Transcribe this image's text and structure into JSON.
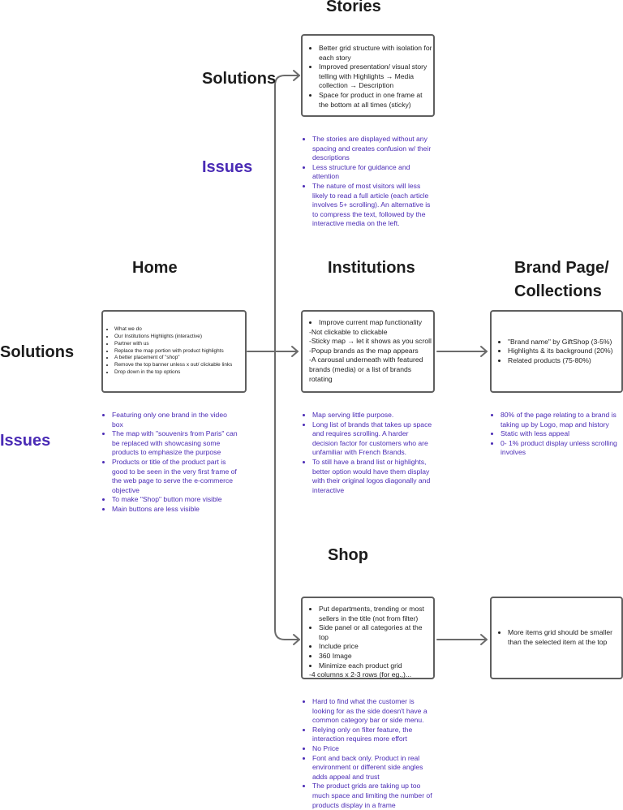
{
  "headings": {
    "stories": "Stories",
    "home": "Home",
    "institutions": "Institutions",
    "brand_page": [
      "Brand Page/",
      "Collections"
    ],
    "shop": "Shop"
  },
  "labels": {
    "solutions": "Solutions",
    "issues": "Issues"
  },
  "stories": {
    "solutions": [
      "Better grid structure with isolation for each story",
      "Improved presentation/ visual story telling with Highlights → Media collection → Description",
      "Space for product in one frame at the bottom at all times (sticky)"
    ],
    "issues": [
      "The stories are displayed without any spacing and creates confusion w/ their descriptions",
      "Less structure for guidance and attention",
      "The nature of most visitors will less likely to read a full article (each article involves 5+ scrolling). An alternative is to compress the text, followed by the interactive media on the left."
    ]
  },
  "home": {
    "solutions": [
      "What we do",
      "Our Institutions Highlights (interactive)",
      "Partner with us",
      "Replace the map portion with product highlights",
      "A better placement of \"shop\"",
      "Remove the top banner unless x out/ clickable links",
      "Drop down in the top options"
    ],
    "issues": [
      "Featuring only one brand in the video box",
      "The map with \"souvenirs from Paris\" can be replaced with showcasing some products to emphasize the purpose",
      "Products or title of the product part is good to be seen in the very first frame of the web page to serve the e-commerce objective",
      "To make \"Shop\" button more visible",
      "Main buttons are less visible"
    ]
  },
  "institutions": {
    "solutions_bullets": [
      "Improve current map functionality"
    ],
    "solutions_lines": [
      "-Not clickable to clickable",
      "-Sticky map → let it shows as you scroll",
      "-Popup brands as the map appears",
      "-A carousal underneath with featured brands (media) or a list of brands rotating"
    ],
    "issues": [
      "Map serving little purpose.",
      "Long list of brands that takes up space and requires scrolling. A harder decision factor for customers who are unfamiliar with French Brands.",
      "To still have a brand list or highlights, better option would have them display with their original logos diagonally and interactive"
    ]
  },
  "brand_page": {
    "solutions": [
      "\"Brand name\" by GiftShop (3-5%)",
      "Highlights & its background (20%)",
      "Related products (75-80%)"
    ],
    "issues": [
      "80% of the page relating to a brand is taking up by Logo, map and history",
      "Static with less appeal",
      "0- 1% product display unless scrolling involves"
    ]
  },
  "shop": {
    "solutions_bullets": [
      "Put departments, trending or most sellers in the title (not from filter)",
      "Side panel or all categories at the top",
      "Include price",
      "360 Image",
      "Minimize each product grid"
    ],
    "solutions_lines": [
      "-4 columns x 2-3 rows (for eg.,)..."
    ],
    "issues": [
      "Hard to find what the customer is looking for as the side doesn't have a common category bar or side menu.",
      "Relying only on filter feature, the interaction requires more effort",
      "No Price",
      "Font and back only. Product in real environment or different side angles adds appeal and trust",
      "The product grids are taking up too much space and limiting the number of products display in a frame"
    ]
  },
  "shop_detail": {
    "solutions": [
      "More items grid should be smaller than the selected item at the top"
    ]
  },
  "colors": {
    "issues_text": "#4a2bb5",
    "heading_text": "#1c1c1c",
    "connector": "#6b6b6b",
    "box_border": "#5f5f5f"
  }
}
